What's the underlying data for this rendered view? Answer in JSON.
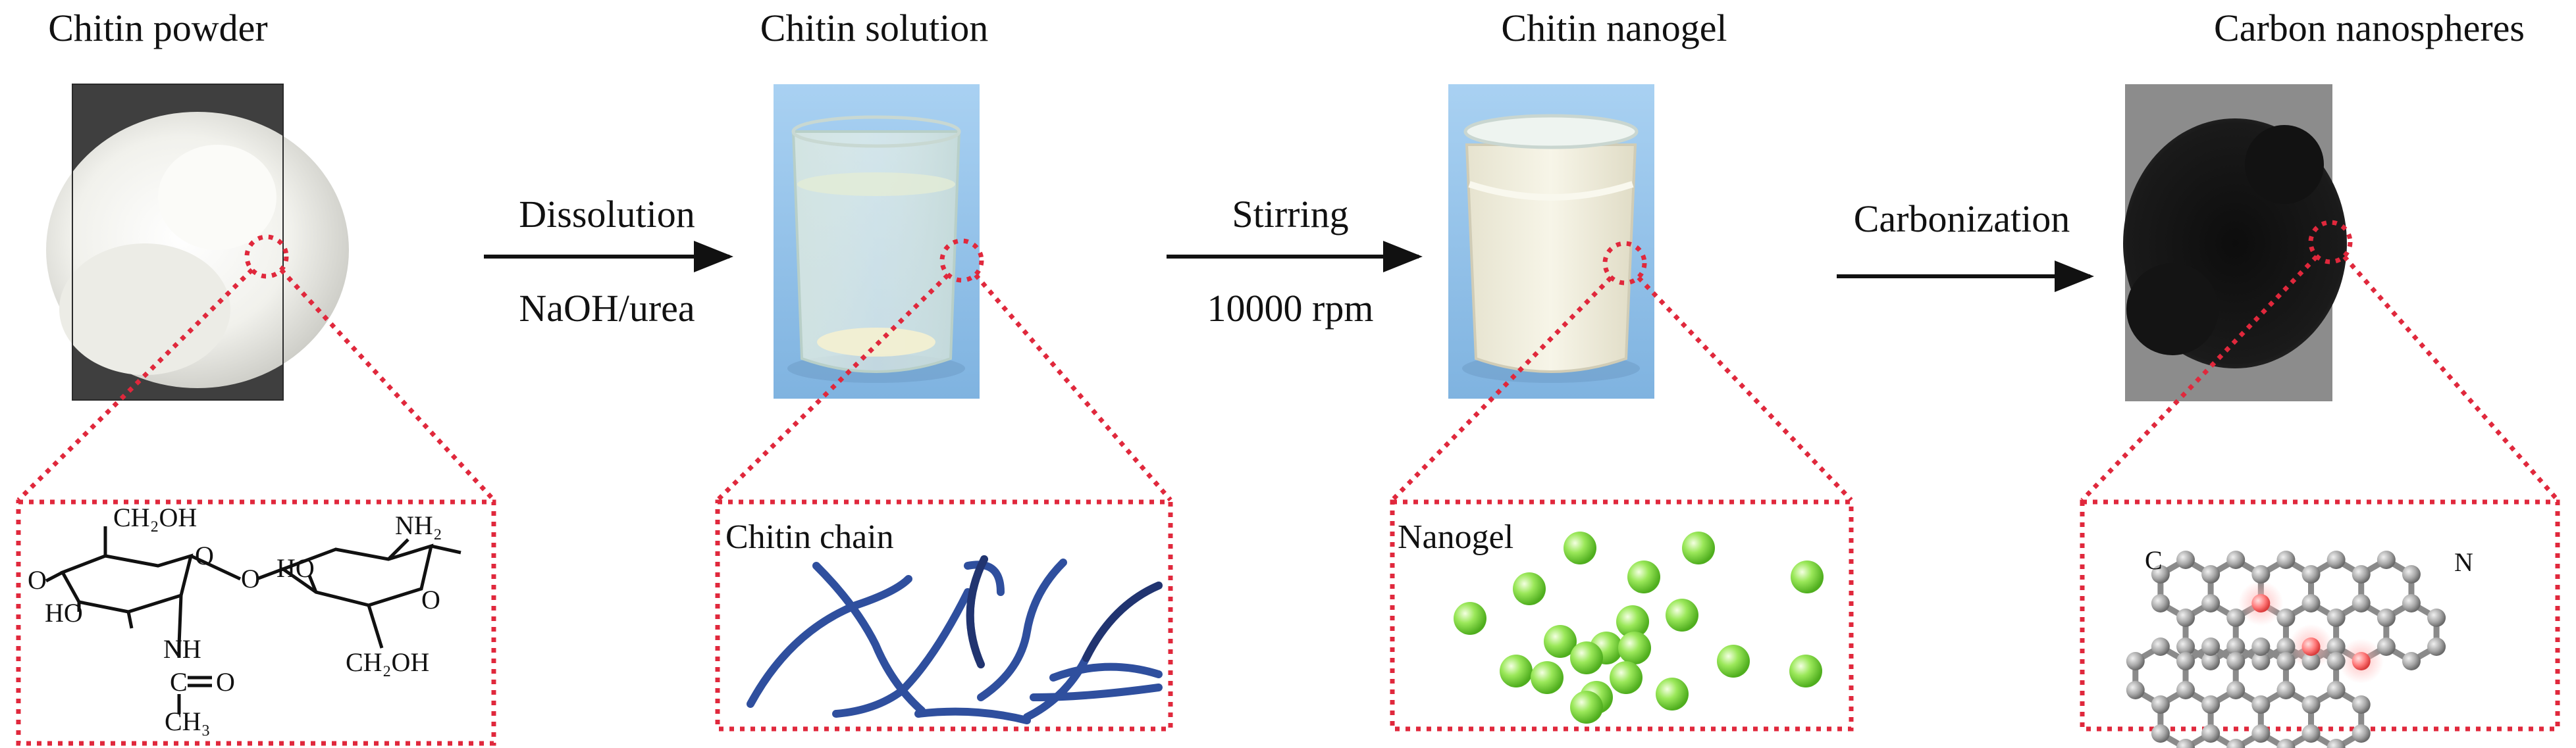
{
  "stages": [
    {
      "id": "powder",
      "title": "Chitin powder"
    },
    {
      "id": "solution",
      "title": "Chitin solution"
    },
    {
      "id": "nanogel",
      "title": "Chitin nanogel"
    },
    {
      "id": "carbon",
      "title": "Carbon nanospheres"
    }
  ],
  "steps": [
    {
      "above": "Dissolution",
      "below": "NaOH/urea"
    },
    {
      "above": "Stirring",
      "below": "10000 rpm"
    },
    {
      "above": "Carbonization",
      "below": ""
    }
  ],
  "insets": {
    "powder": {
      "groups": {
        "ch2oh_top": "CH₂OH",
        "ho_left": "HO",
        "nh": "NH",
        "carbonyl": "C",
        "oxygen_eq": "O",
        "methyl": "CH₃",
        "nh2": "NH₂",
        "ho_right": "HO",
        "ch2oh_bottom": "CH₂OH",
        "ring_o1": "O",
        "ring_o2": "O",
        "link_o": "O",
        "chain_o": "O"
      }
    },
    "solution": {
      "label": "Chitin chain"
    },
    "nanogel": {
      "label": "Nanogel"
    },
    "carbon": {
      "carbon_label": "C",
      "nitrogen_label": "N"
    }
  },
  "colors": {
    "dashed_box": "#e0283c",
    "arrow": "#111111",
    "chain": "#2f4f9e",
    "nanogel_sphere": "#7ddc3c",
    "carbon_atom": "#9a9a9a",
    "nitrogen_atom": "#ff6b6b",
    "photo_bg_powder": "#4a4a4a",
    "photo_bg_blue": "#9ec6ea",
    "photo_bg_carbon": "#8a8a8a"
  }
}
